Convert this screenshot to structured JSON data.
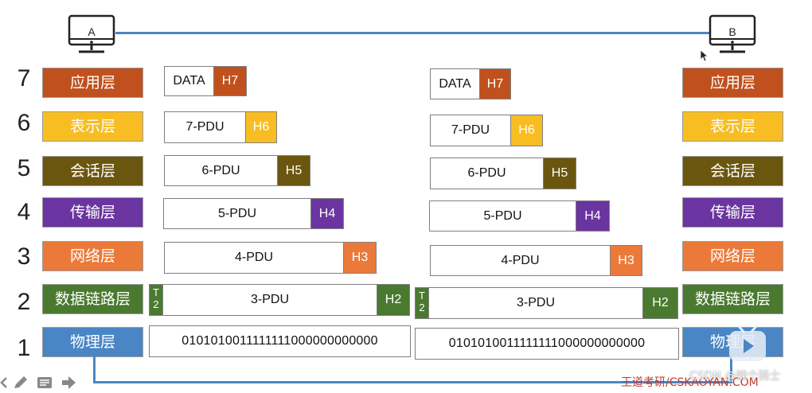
{
  "hosts": {
    "left": "A",
    "right": "B"
  },
  "layer_numbers": [
    "7",
    "6",
    "5",
    "4",
    "3",
    "2",
    "1"
  ],
  "layers": [
    {
      "name": "应用层",
      "color": "#c0511e"
    },
    {
      "name": "表示层",
      "color": "#f8bd22"
    },
    {
      "name": "会话层",
      "color": "#6b560f"
    },
    {
      "name": "传输层",
      "color": "#6a35a0"
    },
    {
      "name": "网络层",
      "color": "#eb7a3a"
    },
    {
      "name": "数据链路层",
      "color": "#4a7a30"
    },
    {
      "name": "物理层",
      "color": "#4a86c5"
    }
  ],
  "pdus": [
    {
      "label": "DATA",
      "header": "H7"
    },
    {
      "label": "7-PDU",
      "header": "H6"
    },
    {
      "label": "6-PDU",
      "header": "H5"
    },
    {
      "label": "5-PDU",
      "header": "H4"
    },
    {
      "label": "4-PDU",
      "header": "H3"
    },
    {
      "label": "3-PDU",
      "header": "H2",
      "trailer": "T2"
    }
  ],
  "trailer": {
    "char1": "T",
    "char2": "2"
  },
  "bits": "0101010011111111000000000000",
  "watermark": {
    "csdn": "CSDN @辣个骑士",
    "site": "王道考研/CSKAOYAN.COM"
  }
}
